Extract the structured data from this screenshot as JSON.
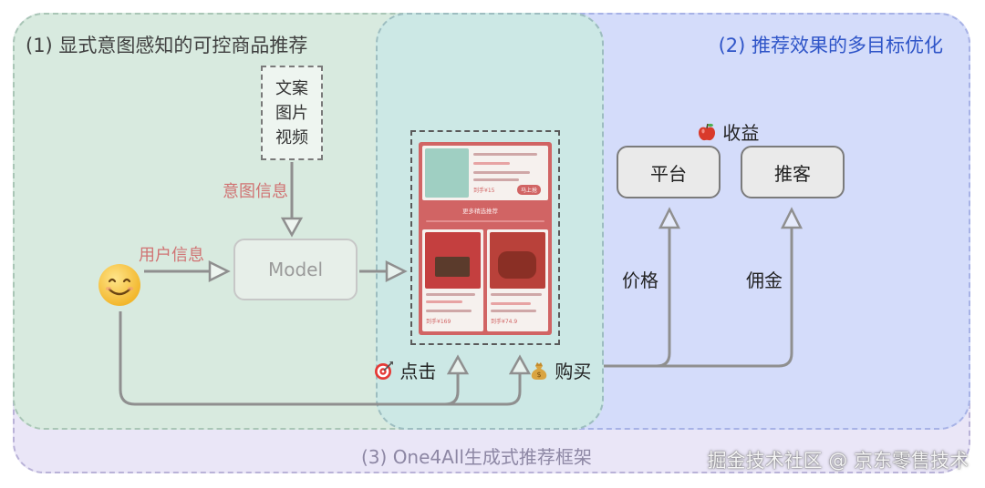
{
  "regions": {
    "explicit_intent": "(1) 显式意图感知的可控商品推荐",
    "multi_objective": "(2) 推荐效果的多目标优化",
    "framework": "(3) One4All生成式推荐框架"
  },
  "nodes": {
    "media_lines": [
      "文案",
      "图片",
      "视频"
    ],
    "model": "Model",
    "platform": "平台",
    "promoter": "推客"
  },
  "edge_labels": {
    "intent_info": "意图信息",
    "user_info": "用户信息",
    "revenue": "收益",
    "price": "价格",
    "commission": "佣金",
    "click": "点击",
    "purchase": "购买"
  },
  "icons": {
    "user": "smiley-face-icon",
    "revenue": "apple-icon",
    "click": "target-icon",
    "purchase": "money-bag-icon"
  },
  "phone_screenshot": {
    "section_title": "更多精选推荐",
    "price_prefix": "到手",
    "prices": [
      "¥15",
      "¥169",
      "¥74.9"
    ],
    "buy_button": "马上抢"
  },
  "watermark": "掘金技术社区 @ 京东零售技术",
  "colors": {
    "region1_bg": "#d8eadf",
    "region2_bg": "#d4dcfa",
    "region3_bg": "#eae6f7",
    "region2_title": "#2f55c8",
    "info_label": "#d07373",
    "phone_bg": "#d16464"
  }
}
